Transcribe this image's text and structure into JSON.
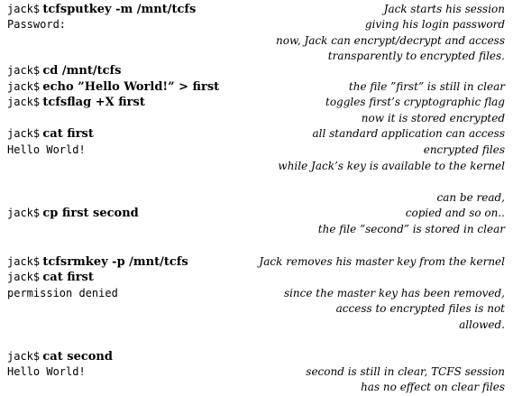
{
  "lines": [
    {
      "prompt": "jack$",
      "command": "tcfsputkey -m /mnt/tcfs",
      "output": "",
      "note": "Jack starts his session"
    },
    {
      "prompt": "",
      "command": "",
      "output": "Password:",
      "note": "giving his login password"
    },
    {
      "prompt": "",
      "command": "",
      "output": "",
      "note": "now, Jack can encrypt/decrypt and access"
    },
    {
      "prompt": "",
      "command": "",
      "output": "",
      "note": "transparently to encrypted files."
    },
    {
      "prompt": "jack$",
      "command": "cd /mnt/tcfs",
      "output": "",
      "note": ""
    },
    {
      "prompt": "jack$",
      "command": "echo ”Hello World!” > first",
      "output": "",
      "note": "the file ”first” is still in clear"
    },
    {
      "prompt": "jack$",
      "command": "tcfsflag +X first",
      "output": "",
      "note": "toggles first’s cryptographic flag"
    },
    {
      "prompt": "",
      "command": "",
      "output": "",
      "note": "now it is stored encrypted"
    },
    {
      "prompt": "jack$",
      "command": "cat first",
      "output": "",
      "note": "all standard application can access"
    },
    {
      "prompt": "",
      "command": "",
      "output": "Hello World!",
      "note": "encrypted files"
    },
    {
      "prompt": "",
      "command": "",
      "output": "",
      "note": "while Jack’s key is available to the kernel"
    },
    {
      "prompt": "",
      "command": "",
      "output": "",
      "note": ""
    },
    {
      "prompt": "",
      "command": "",
      "output": "",
      "note": "can be read,"
    },
    {
      "prompt": "jack$",
      "command": "cp first second",
      "output": "",
      "note": "copied and so on.."
    },
    {
      "prompt": "",
      "command": "",
      "output": "",
      "note": "the file ”second” is stored in clear"
    },
    {
      "prompt": "",
      "command": "",
      "output": "",
      "note": ""
    },
    {
      "prompt": "jack$",
      "command": "tcfsrmkey -p /mnt/tcfs",
      "output": "",
      "note": "Jack removes his master key from the kernel"
    },
    {
      "prompt": "jack$",
      "command": "cat first",
      "output": "",
      "note": ""
    },
    {
      "prompt": "",
      "command": "",
      "output": "permission denied",
      "note": "since the master key has been removed,"
    },
    {
      "prompt": "",
      "command": "",
      "output": "",
      "note": "access to encrypted files is not"
    },
    {
      "prompt": "",
      "command": "",
      "output": "",
      "note": "allowed."
    },
    {
      "prompt": "",
      "command": "",
      "output": "",
      "note": ""
    },
    {
      "prompt": "jack$",
      "command": "cat second",
      "output": "",
      "note": ""
    },
    {
      "prompt": "",
      "command": "",
      "output": "Hello World!",
      "note": "second is still in clear, TCFS session"
    },
    {
      "prompt": "",
      "command": "",
      "output": "",
      "note": "has no effect on clear files"
    }
  ]
}
